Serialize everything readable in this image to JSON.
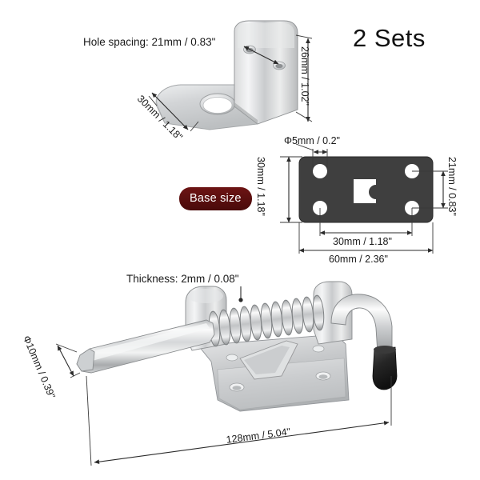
{
  "page": {
    "title": "2 Sets",
    "background_color": "#ffffff",
    "line_color": "#2b2b2b",
    "text_color": "#1a1a1a"
  },
  "badge": {
    "label": "Base size",
    "bg_color": "#5e0f0f",
    "text_color": "#ffffff"
  },
  "bracket": {
    "name": "L-bracket",
    "hole_spacing_label": "Hole spacing: 21mm / 0.83\"",
    "height_label": "26mm / 1.02\"",
    "depth_label": "30mm / 1.18\""
  },
  "base_plate": {
    "name": "Base plate",
    "hole_diameter_label": "Φ5mm / 0.2\"",
    "height_label": "30mm / 1.18\"",
    "hole_vertical_spacing_label": "21mm / 0.83\"",
    "hole_horizontal_spacing_label": "30mm / 1.18\"",
    "width_label": "60mm / 2.36\"",
    "plate_color": "#3f3f3f"
  },
  "latch": {
    "name": "Spring loaded barrel bolt latch",
    "thickness_label": "Thickness: 2mm / 0.08\"",
    "rod_diameter_label": "Φ10mm / 0.39\"",
    "length_label": "128mm / 5.04\""
  }
}
